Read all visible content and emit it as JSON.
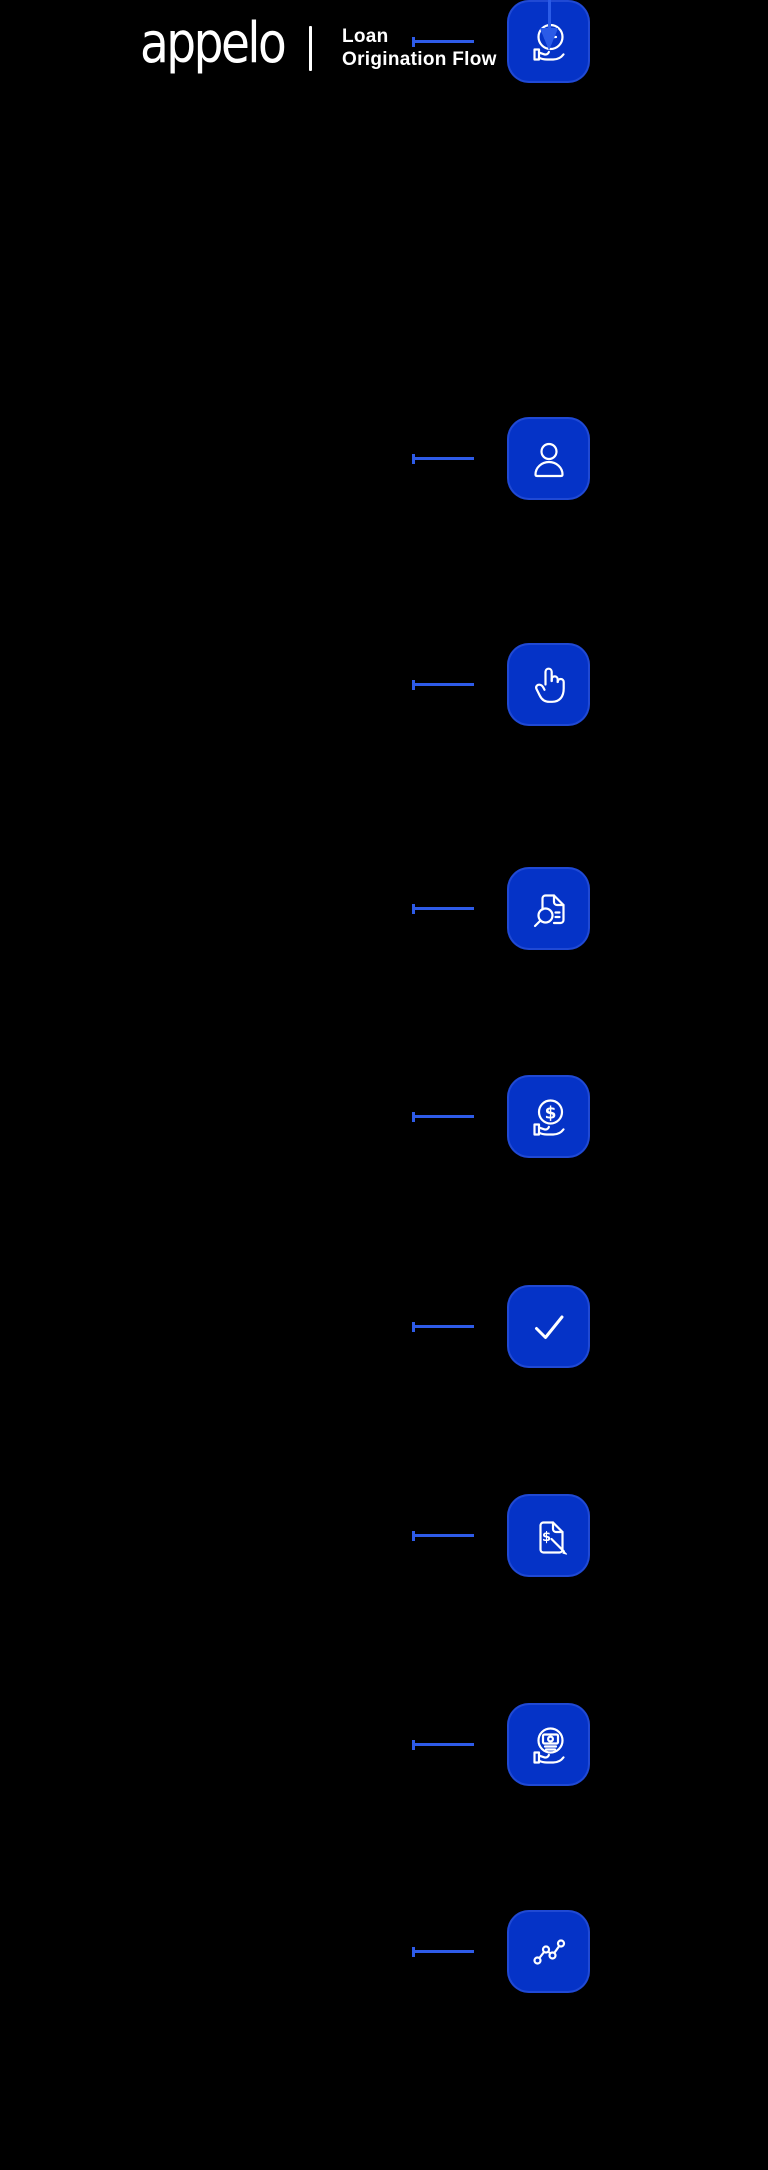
{
  "header": {
    "logo_text": "appelo",
    "title_line1": "Loan",
    "title_line2": "Origination Flow"
  },
  "flow": {
    "steps": [
      {
        "icon": "user-icon"
      },
      {
        "icon": "tap-hand-icon"
      },
      {
        "icon": "document-search-icon"
      },
      {
        "icon": "hand-coin-dollar-icon"
      },
      {
        "icon": "checkmark-icon"
      },
      {
        "icon": "document-dollar-pen-icon"
      },
      {
        "icon": "hand-cash-icon"
      },
      {
        "icon": "line-chart-icon"
      },
      {
        "icon": "hand-plus-circle-icon"
      }
    ],
    "connector": "down-arrow",
    "leader_line": "left-tick-line"
  },
  "colors": {
    "background": "#000000",
    "tile_blue": "#0533C7",
    "accent_blue": "#2E5BE8",
    "icon_stroke": "#FFFFFF",
    "text": "#FFFFFF"
  }
}
